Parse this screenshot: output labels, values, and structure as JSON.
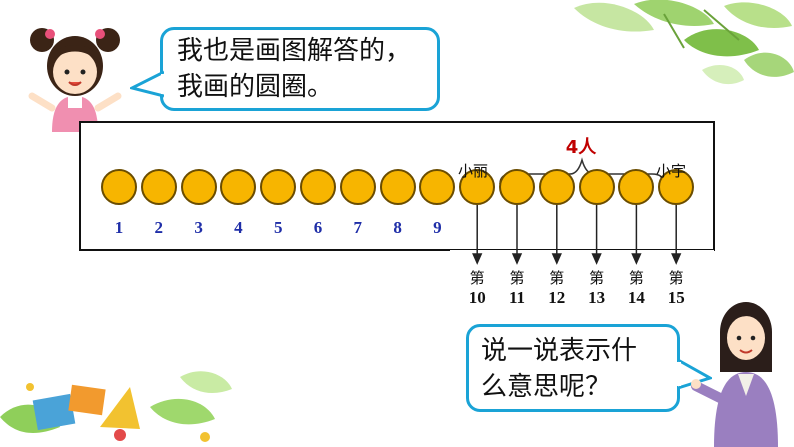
{
  "speech_top": {
    "line1": "我也是画图解答的，",
    "line2": "我画的圆圈。"
  },
  "speech_bottom": {
    "line1": "说一说表示什",
    "line2": "么意思呢？"
  },
  "diagram": {
    "circle_color": "#f7b500",
    "number_color": "#1f2ea8",
    "count_color": "#c00000",
    "numbers": [
      "1",
      "2",
      "3",
      "4",
      "5",
      "6",
      "7",
      "8",
      "9"
    ],
    "label_xiaoli": "小丽",
    "label_xiaoyu": "小宇",
    "count_label": "4人",
    "ordinal_word": "第",
    "ordinals": [
      "10",
      "11",
      "12",
      "13",
      "14",
      "15"
    ]
  },
  "decor": {
    "girl": "girl-cartoon",
    "teacher": "teacher-cartoon",
    "leaves": "leaf-decoration",
    "stationery": "stationery-icons"
  }
}
